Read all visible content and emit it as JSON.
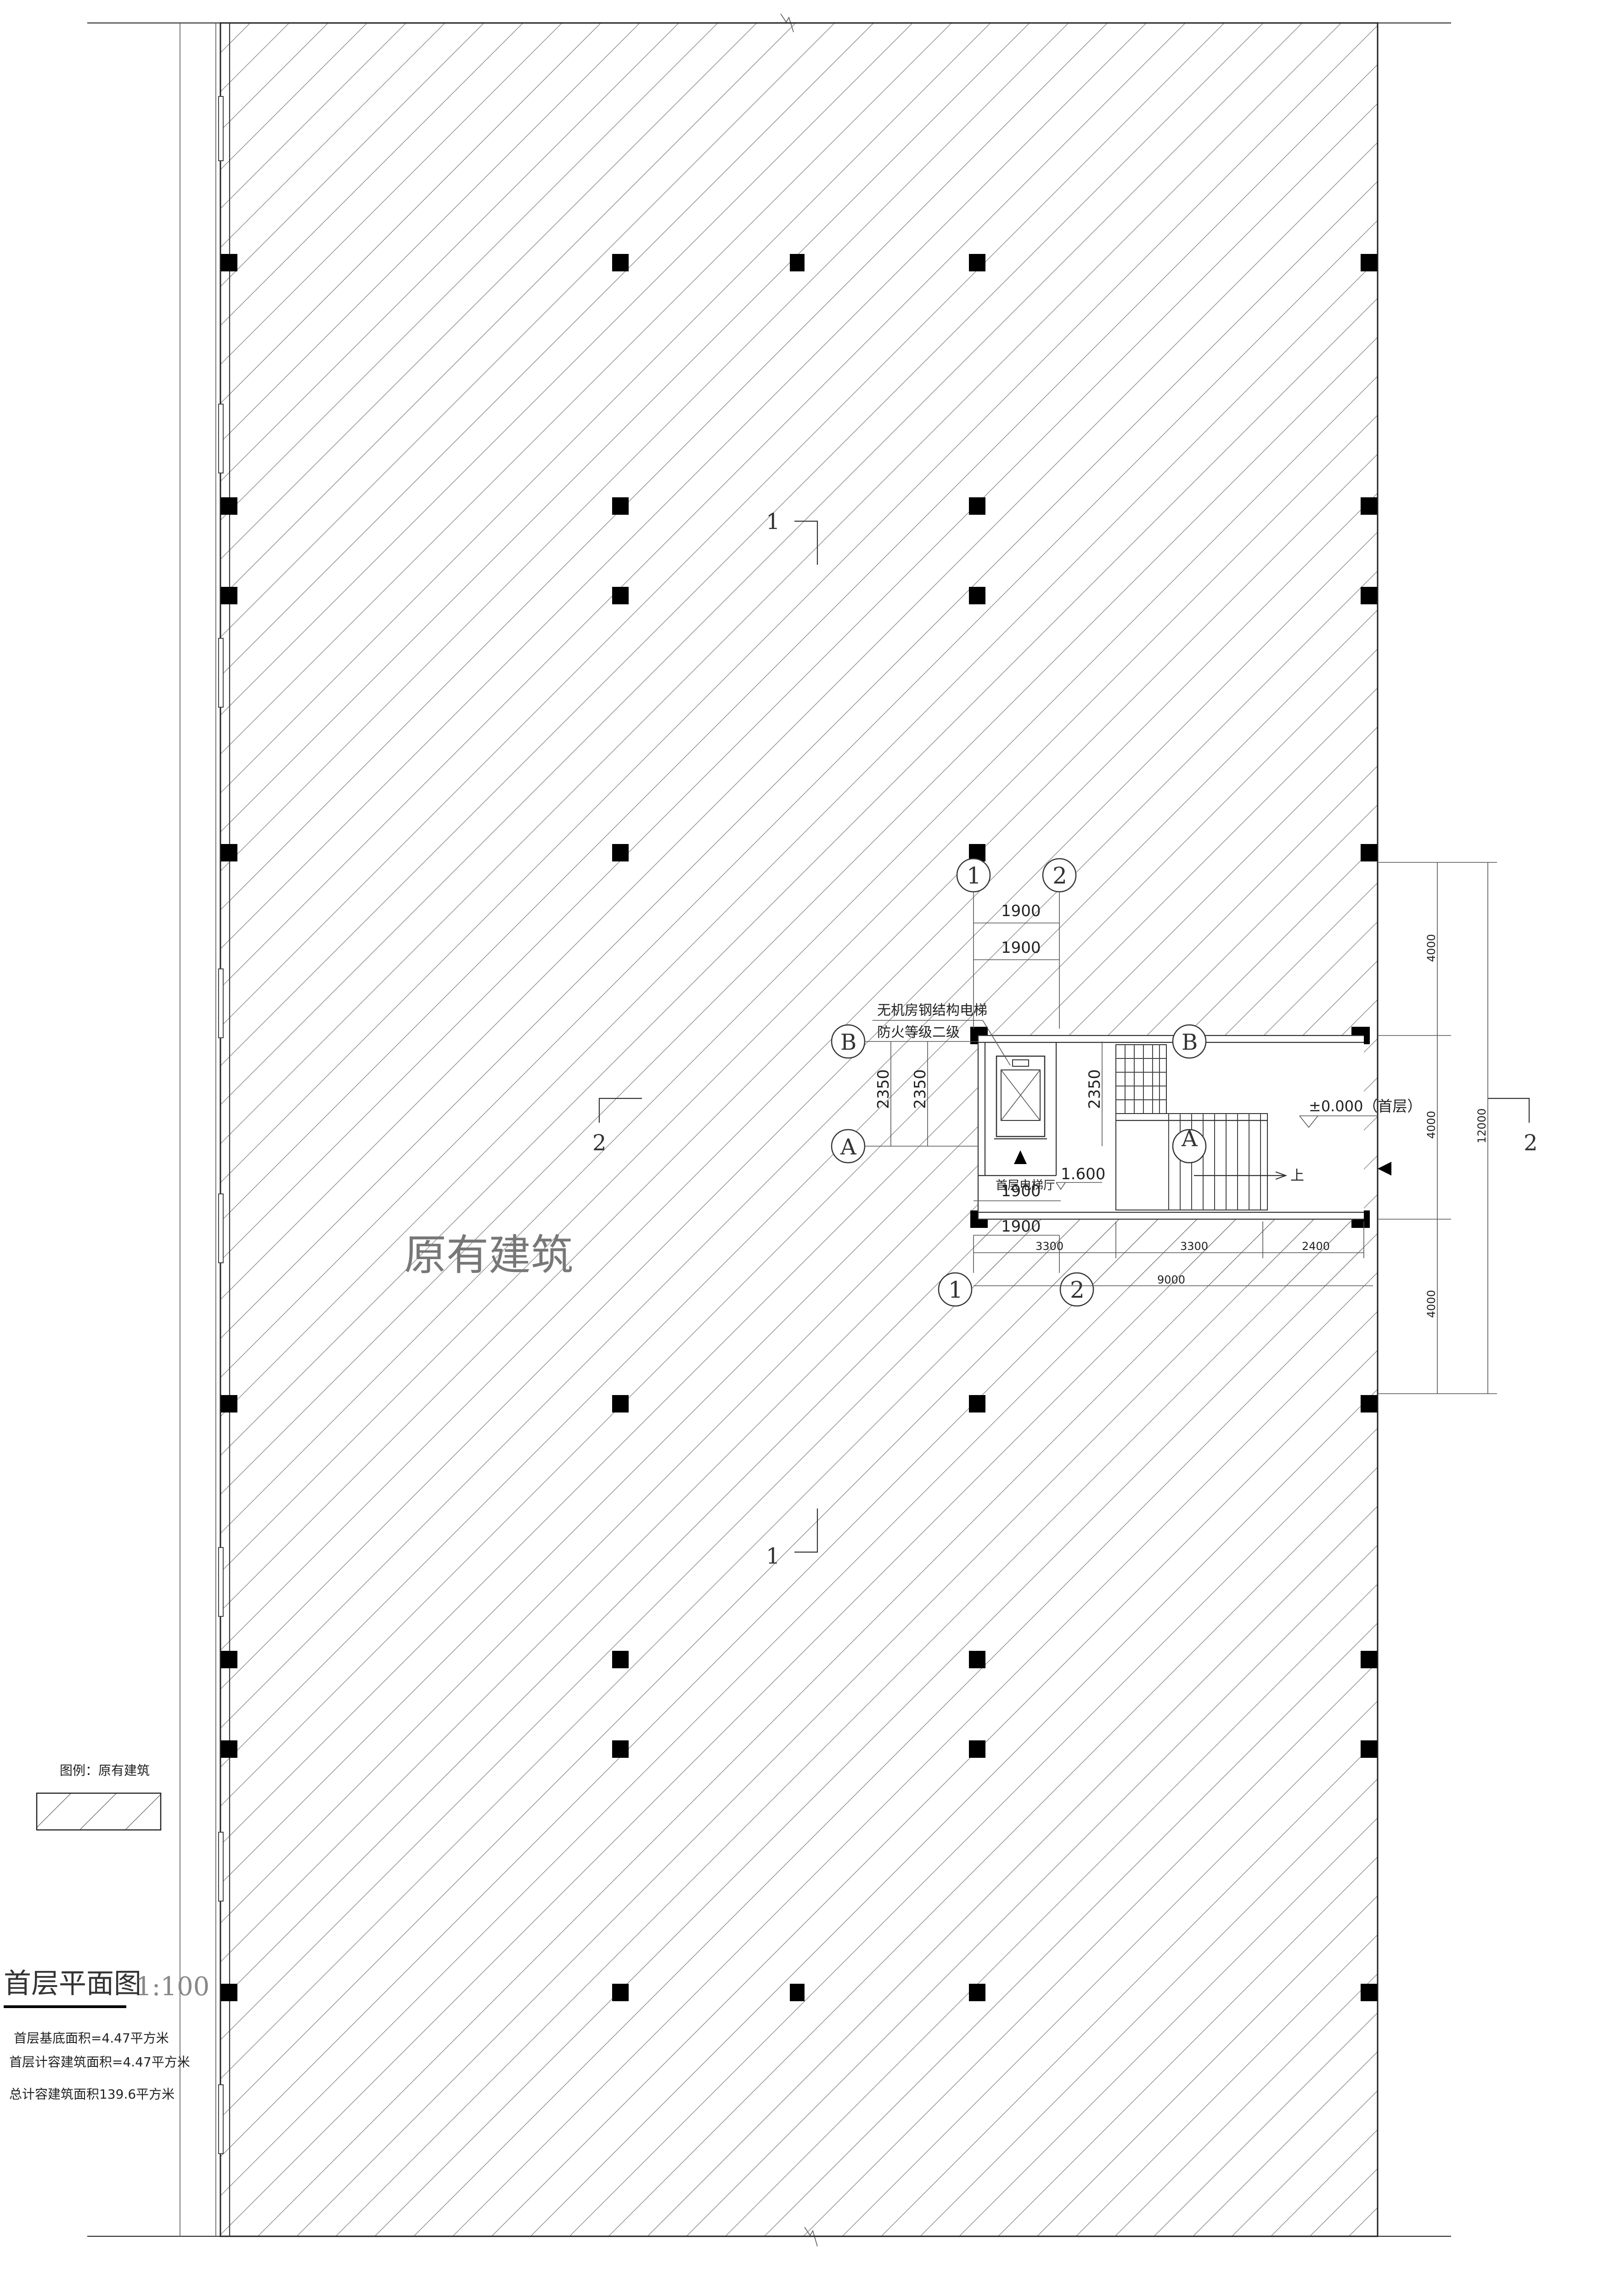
{
  "drawing": {
    "title": "首层平面图",
    "scale": "1:100",
    "building_label": "原有建筑",
    "legend_label": "图例：原有建筑",
    "area_notes": [
      "首层基底面积=4.47平方米",
      "首层计容建筑面积=4.47平方米",
      "总计容建筑面积139.6平方米"
    ]
  },
  "elevator": {
    "note_line1": "无机房钢结构电梯",
    "note_line2": "防火等级二级",
    "hall_label": "首层电梯厅",
    "level_mark": "±0.000（首层）",
    "step_level": "1.600",
    "stair_up": "上"
  },
  "axes": {
    "axis_1": "1",
    "axis_2": "2",
    "axis_A": "A",
    "axis_B": "B"
  },
  "sections": {
    "sec_1": "1",
    "sec_2": "2"
  },
  "dimensions": {
    "d1900": "1900",
    "d2350": "2350",
    "d3300": "3300",
    "d2400": "2400",
    "d9000": "9000",
    "d4000": "4000",
    "d12000": "12000"
  }
}
